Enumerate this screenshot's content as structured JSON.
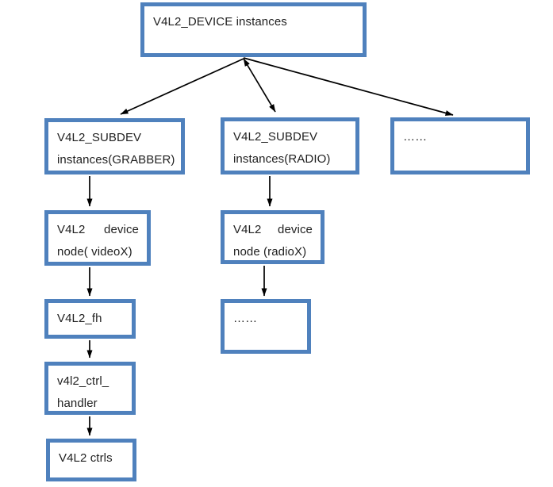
{
  "colors": {
    "box_border": "#4f81bd",
    "text": "#1f1f1f",
    "arrow": "#000000",
    "background": "#ffffff"
  },
  "nodes": {
    "device_instances": {
      "line1": "V4L2_DEVICE instances"
    },
    "subdev_grabber": {
      "line1": "V4L2_SUBDEV",
      "line2": "instances(GRABBER)"
    },
    "subdev_radio": {
      "line1": "V4L2_SUBDEV",
      "line2": "instances(RADIO)"
    },
    "subdev_more": {
      "line1": "……"
    },
    "video_node": {
      "line1_left": "V4L2",
      "line1_right": "device",
      "line2": "node( videoX)"
    },
    "radio_node": {
      "line1_left": "V4L2",
      "line1_right": "device",
      "line2": "node (radioX)"
    },
    "fh": {
      "line1": "V4L2_fh"
    },
    "radio_more": {
      "line1": "……"
    },
    "ctrl_handler": {
      "line1": "v4l2_ctrl_",
      "line2": "handler"
    },
    "ctrls": {
      "line1": "V4L2 ctrls"
    }
  }
}
